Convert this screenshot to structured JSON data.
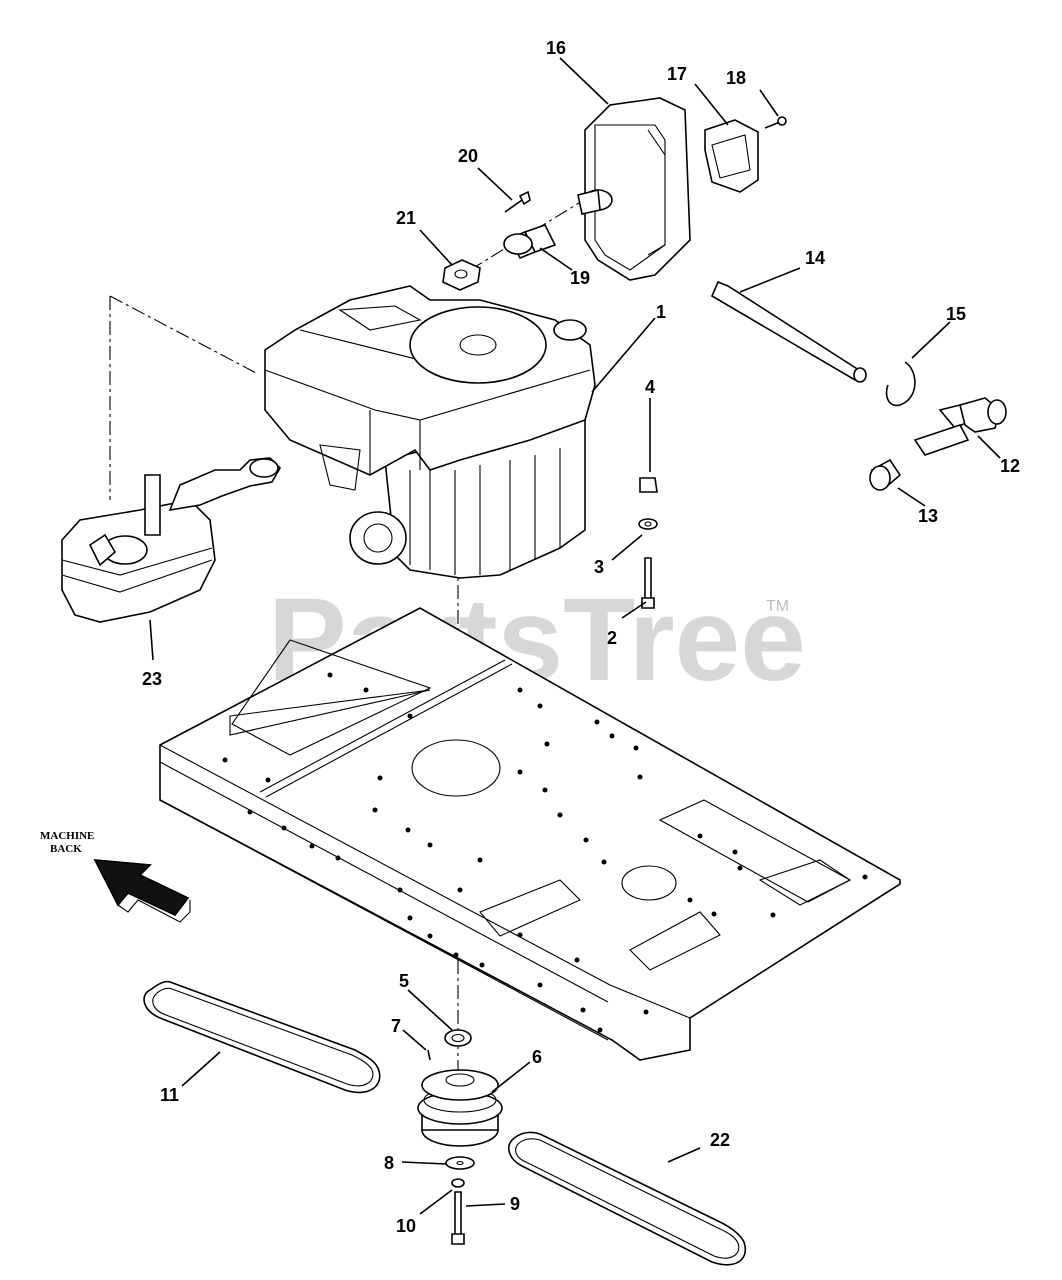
{
  "watermark": {
    "brand": "PartsTree",
    "trademark": "TM"
  },
  "direction_arrow": {
    "line1": "MACHINE",
    "line2": "BACK"
  },
  "callouts": [
    {
      "number": "1",
      "icon": "engine-icon"
    },
    {
      "number": "2",
      "icon": "bolt-icon"
    },
    {
      "number": "3",
      "icon": "washer-icon"
    },
    {
      "number": "4",
      "icon": "nut-icon"
    },
    {
      "number": "5",
      "icon": "spacer-icon"
    },
    {
      "number": "6",
      "icon": "pulley-icon"
    },
    {
      "number": "7",
      "icon": "key-icon"
    },
    {
      "number": "8",
      "icon": "washer-icon"
    },
    {
      "number": "9",
      "icon": "bolt-icon"
    },
    {
      "number": "10",
      "icon": "lock-washer-icon"
    },
    {
      "number": "11",
      "icon": "belt-icon"
    },
    {
      "number": "12",
      "icon": "tee-fitting-icon"
    },
    {
      "number": "13",
      "icon": "cap-icon"
    },
    {
      "number": "14",
      "icon": "hose-icon"
    },
    {
      "number": "15",
      "icon": "clamp-icon"
    },
    {
      "number": "16",
      "icon": "muffler-icon"
    },
    {
      "number": "17",
      "icon": "gasket-icon"
    },
    {
      "number": "18",
      "icon": "screw-icon"
    },
    {
      "number": "19",
      "icon": "exhaust-pipe-icon"
    },
    {
      "number": "20",
      "icon": "bolt-icon"
    },
    {
      "number": "21",
      "icon": "gasket-icon"
    },
    {
      "number": "22",
      "icon": "belt-icon"
    },
    {
      "number": "23",
      "icon": "muffler-icon"
    }
  ]
}
